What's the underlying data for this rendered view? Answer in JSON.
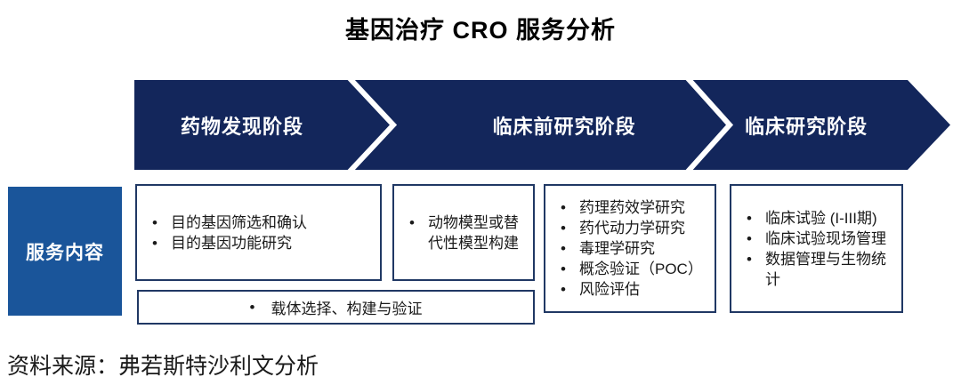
{
  "title": "基因治疗 CRO 服务分析",
  "colors": {
    "banner_navy": "#13265B",
    "side_box_blue": "#1A559A",
    "box_border": "#203864",
    "text": "#1a1a1a",
    "background": "#ffffff",
    "chevron_white": "#ffffff"
  },
  "stages": [
    {
      "label": "药物发现阶段"
    },
    {
      "label": "临床前研究阶段"
    },
    {
      "label": "临床研究阶段"
    }
  ],
  "side_label": "服务内容",
  "service_boxes": [
    {
      "items": [
        "目的基因筛选和确认",
        "目的基因功能研究"
      ]
    },
    {
      "items": [
        "动物模型或替代性模型构建"
      ]
    },
    {
      "items": [
        "药理药效学研究",
        "药代动力学研究",
        "毒理学研究",
        "概念验证（POC）",
        "风险评估"
      ]
    },
    {
      "items": [
        "临床试验 (I-III期)",
        "临床试验现场管理",
        "数据管理与生物统计"
      ]
    }
  ],
  "vector_box": {
    "bullet": "•",
    "item": "载体选择、构建与验证"
  },
  "source": "资料来源：弗若斯特沙利文分析"
}
